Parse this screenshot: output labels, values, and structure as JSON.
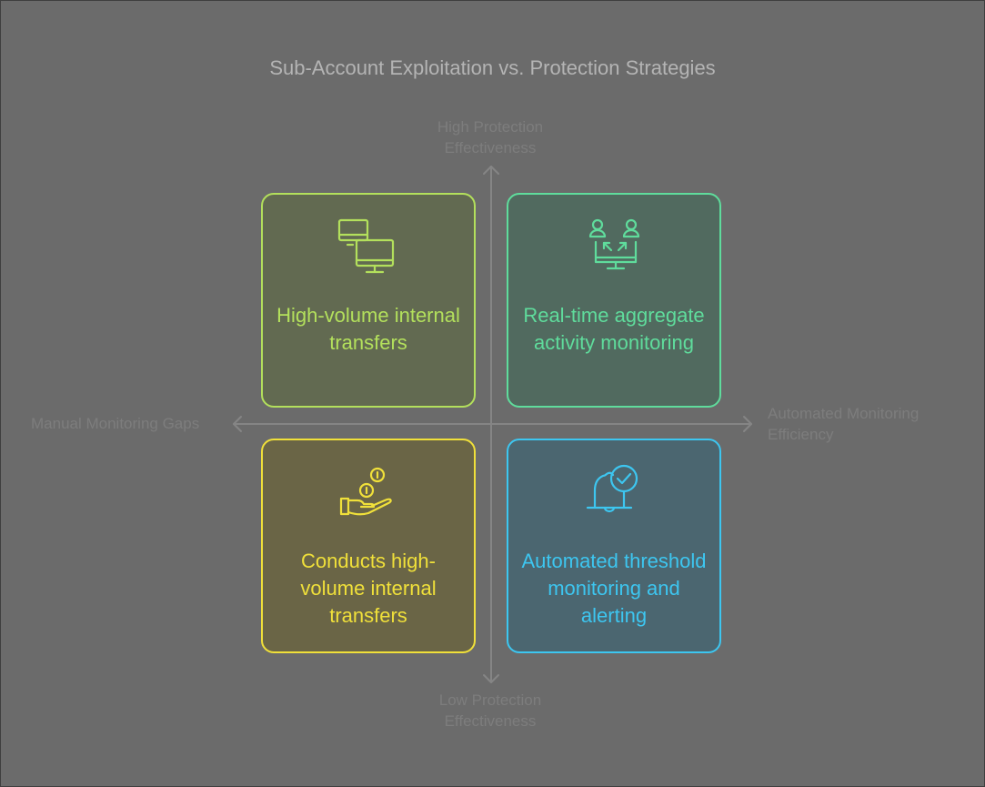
{
  "title": "Sub-Account Exploitation vs. Protection Strategies",
  "axes": {
    "top": "High Protection Effectiveness",
    "bottom": "Low Protection Effectiveness",
    "left": "Manual Monitoring Gaps",
    "right": "Automated Monitoring Efficiency"
  },
  "quadrants": [
    {
      "position": "top-left",
      "icon": "dual-monitor-icon",
      "label": "High-volume internal transfers",
      "color": "#b3e05c"
    },
    {
      "position": "top-right",
      "icon": "users-monitor-icon",
      "label": "Real-time aggregate activity monitoring",
      "color": "#5fdc9c"
    },
    {
      "position": "bottom-left",
      "icon": "hand-coins-icon",
      "label": "Conducts high-volume internal transfers",
      "color": "#f0e03a"
    },
    {
      "position": "bottom-right",
      "icon": "bell-check-icon",
      "label": "Automated threshold monitoring and alerting",
      "color": "#3dc6f0"
    }
  ]
}
